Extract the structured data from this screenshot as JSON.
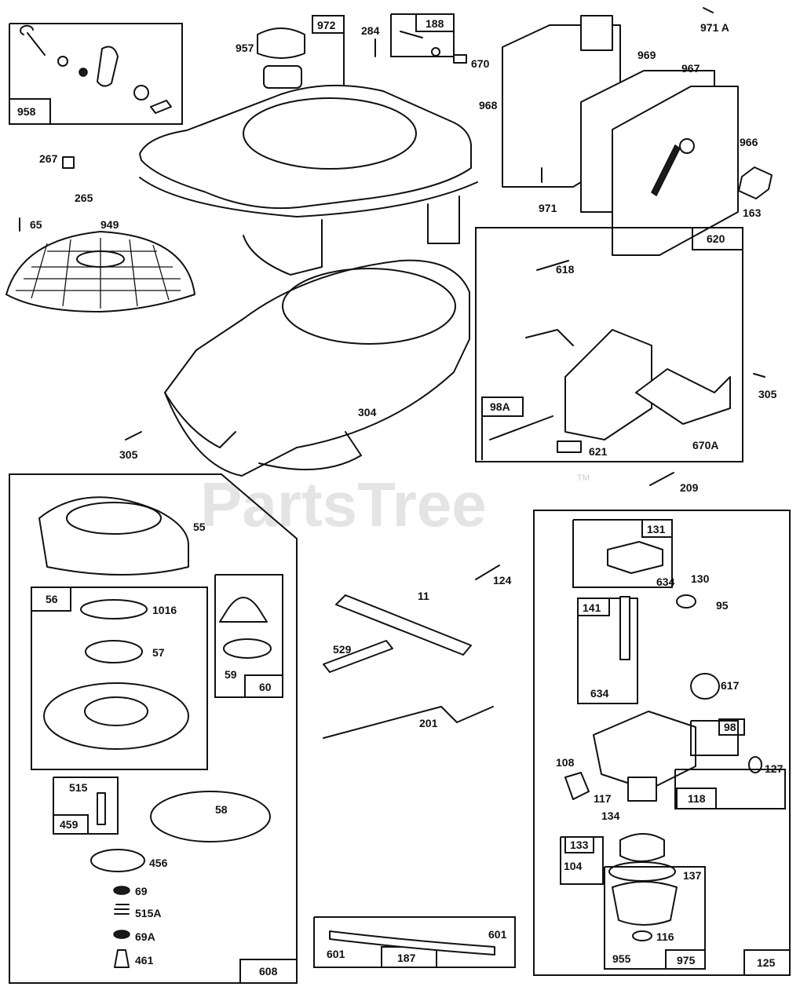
{
  "watermark": {
    "brand": "PartsTree",
    "tm": "TM"
  },
  "boxes": {
    "b958": "958",
    "b972": "972",
    "b188": "188",
    "b620": "620",
    "b98A": "98A",
    "b56": "56",
    "b60": "60",
    "b608": "608",
    "b459": "459",
    "b131": "131",
    "b141": "141",
    "b98": "98",
    "b118": "118",
    "b133": "133",
    "b975": "975",
    "b125": "125",
    "b187": "187"
  },
  "labels": {
    "l957": "957",
    "l284": "284",
    "l670": "670",
    "l971A": "971 A",
    "l969": "969",
    "l967": "967",
    "l968": "968",
    "l966": "966",
    "l267": "267",
    "l265": "265",
    "l65": "65",
    "l949": "949",
    "l971": "971",
    "l163": "163",
    "l618": "618",
    "l304": "304",
    "l305a": "305",
    "l305b": "305",
    "l621": "621",
    "l670A": "670A",
    "l209": "209",
    "l55": "55",
    "l1016": "1016",
    "l57": "57",
    "l59": "59",
    "l124": "124",
    "l11": "11",
    "l529": "529",
    "l201": "201",
    "l515": "515",
    "l58": "58",
    "l456": "456",
    "l69": "69",
    "l515A": "515A",
    "l69A": "69A",
    "l461": "461",
    "l601a": "601",
    "l601b": "601",
    "l130": "130",
    "l634a": "634",
    "l95": "95",
    "l634b": "634",
    "l617": "617",
    "l108": "108",
    "l117": "117",
    "l134": "134",
    "l127": "127",
    "l104": "104",
    "l137": "137",
    "l116": "116",
    "l955": "955"
  }
}
